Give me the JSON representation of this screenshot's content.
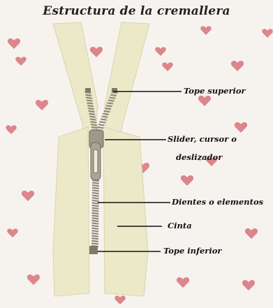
{
  "title": "Estructura de la cremallera",
  "labels": {
    "tope_superior": "Tope superior",
    "slider_line1": "Slider, cursor o",
    "slider_line2": "deslizador",
    "dientes": "Dientes o elementos",
    "cinta": "Cinta",
    "tope_inferior": "Tope inferior"
  },
  "colors": {
    "background": "#f6f3ef",
    "heart": "#d9727a",
    "tape": "#ece9c9",
    "teeth": "#8f8a78"
  }
}
